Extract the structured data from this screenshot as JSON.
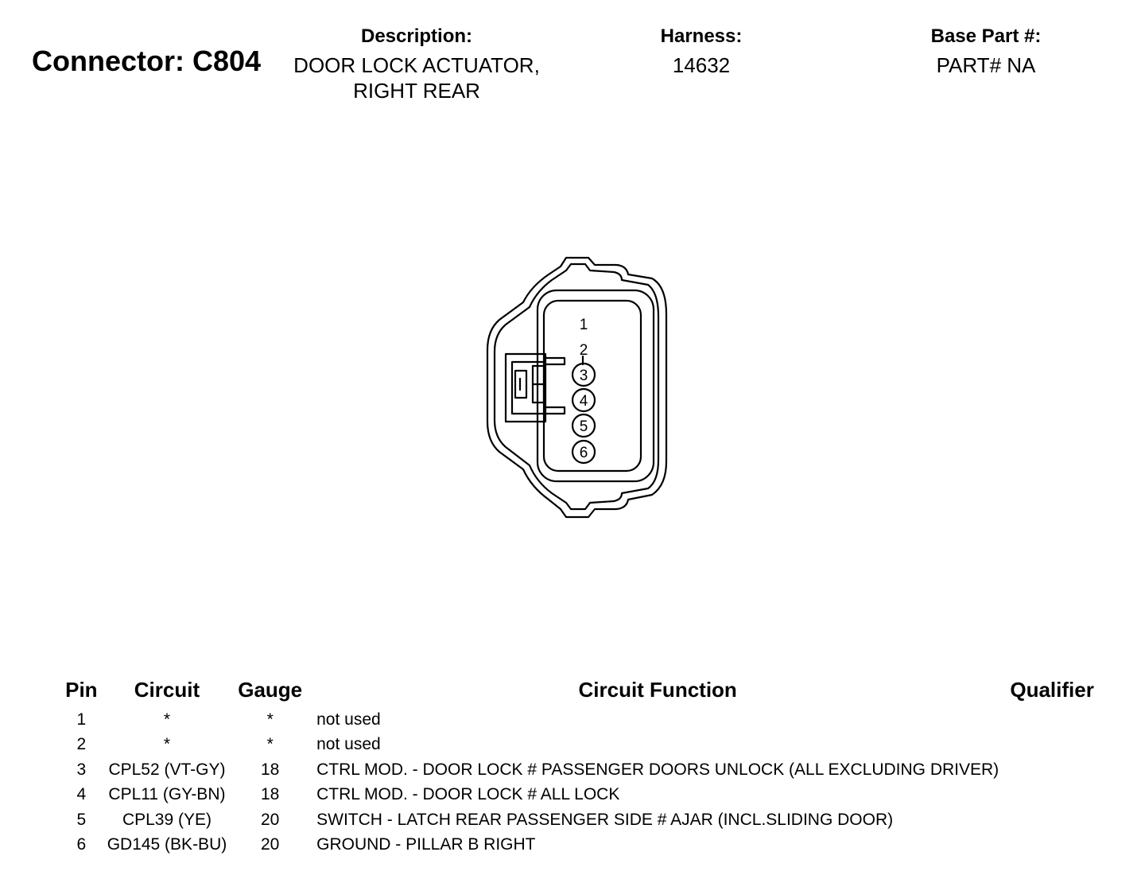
{
  "header": {
    "connector_title": "Connector: C804",
    "description_label": "Description:",
    "description_line1": "DOOR LOCK ACTUATOR,",
    "description_line2": "RIGHT REAR",
    "harness_label": "Harness:",
    "harness_value": "14632",
    "base_part_label": "Base Part #:",
    "base_part_value": "PART# NA"
  },
  "diagram": {
    "pin_labels": [
      "1",
      "2",
      "3",
      "4",
      "5",
      "6"
    ]
  },
  "table": {
    "headers": {
      "pin": "Pin",
      "circuit": "Circuit",
      "gauge": "Gauge",
      "function": "Circuit Function",
      "qualifier": "Qualifier"
    },
    "rows": [
      {
        "pin": "1",
        "circuit": "*",
        "gauge": "*",
        "function": "not used",
        "qualifier": ""
      },
      {
        "pin": "2",
        "circuit": "*",
        "gauge": "*",
        "function": "not used",
        "qualifier": ""
      },
      {
        "pin": "3",
        "circuit": "CPL52 (VT-GY)",
        "gauge": "18",
        "function": "CTRL MOD. - DOOR LOCK # PASSENGER DOORS UNLOCK (ALL EXCLUDING DRIVER)",
        "qualifier": ""
      },
      {
        "pin": "4",
        "circuit": "CPL11 (GY-BN)",
        "gauge": "18",
        "function": "CTRL MOD. - DOOR LOCK # ALL LOCK",
        "qualifier": ""
      },
      {
        "pin": "5",
        "circuit": "CPL39 (YE)",
        "gauge": "20",
        "function": "SWITCH - LATCH REAR PASSENGER SIDE # AJAR (INCL.SLIDING DOOR)",
        "qualifier": ""
      },
      {
        "pin": "6",
        "circuit": "GD145 (BK-BU)",
        "gauge": "20",
        "function": "GROUND - PILLAR B RIGHT",
        "qualifier": ""
      }
    ]
  }
}
